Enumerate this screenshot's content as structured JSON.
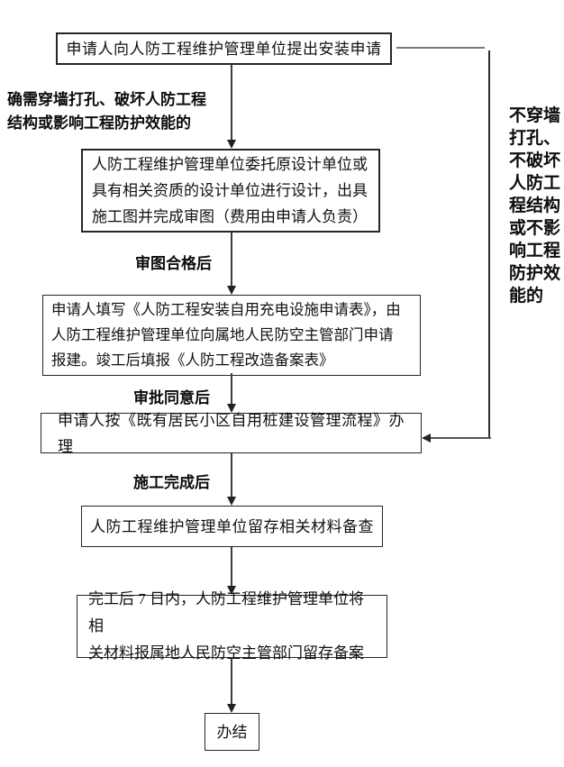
{
  "colors": {
    "background": "#ffffff",
    "box_border": "#262626",
    "text": "#111111",
    "arrow_line": "#3c3c3c",
    "right_connector": "#7a7a7a"
  },
  "flowchart": {
    "nodes": [
      {
        "id": "apply",
        "text": "申请人向人防工程维护管理单位提出安装申请"
      },
      {
        "id": "design",
        "text": "人防工程维护管理单位委托原设计单位或\n具有相关资质的设计单位进行设计，出具\n施工图并完成审图（费用由申请人负责）"
      },
      {
        "id": "report-build",
        "text": "申请人填写《人防工程安装自用充电设施申请表》，由\n人防工程维护管理单位向属地人民防空主管部门申请\n报建。竣工后填报《人防工程改造备案表》"
      },
      {
        "id": "follow-process",
        "text": "申请人按《既有居民小区自用桩建设管理流程》办理"
      },
      {
        "id": "keep-materials",
        "text": "人防工程维护管理单位留存相关材料备查"
      },
      {
        "id": "file-record",
        "text": "完工后 7 日内，人防工程维护管理单位将相\n关材料报属地人民防空主管部门留存备案"
      },
      {
        "id": "done",
        "text": "办结"
      }
    ],
    "edge_labels": [
      {
        "id": "left-condition",
        "text": "确需穿墙打孔、破坏人防工程\n结构或影响工程防护效能的"
      },
      {
        "id": "after-drawing-review",
        "text": "审图合格后"
      },
      {
        "id": "after-approval",
        "text": "审批同意后"
      },
      {
        "id": "after-construction",
        "text": "施工完成后"
      },
      {
        "id": "right-condition",
        "text": "不穿墙\n打孔、\n不破坏\n人防工\n程结构\n或不影\n响工程\n防护效\n能的"
      }
    ]
  }
}
